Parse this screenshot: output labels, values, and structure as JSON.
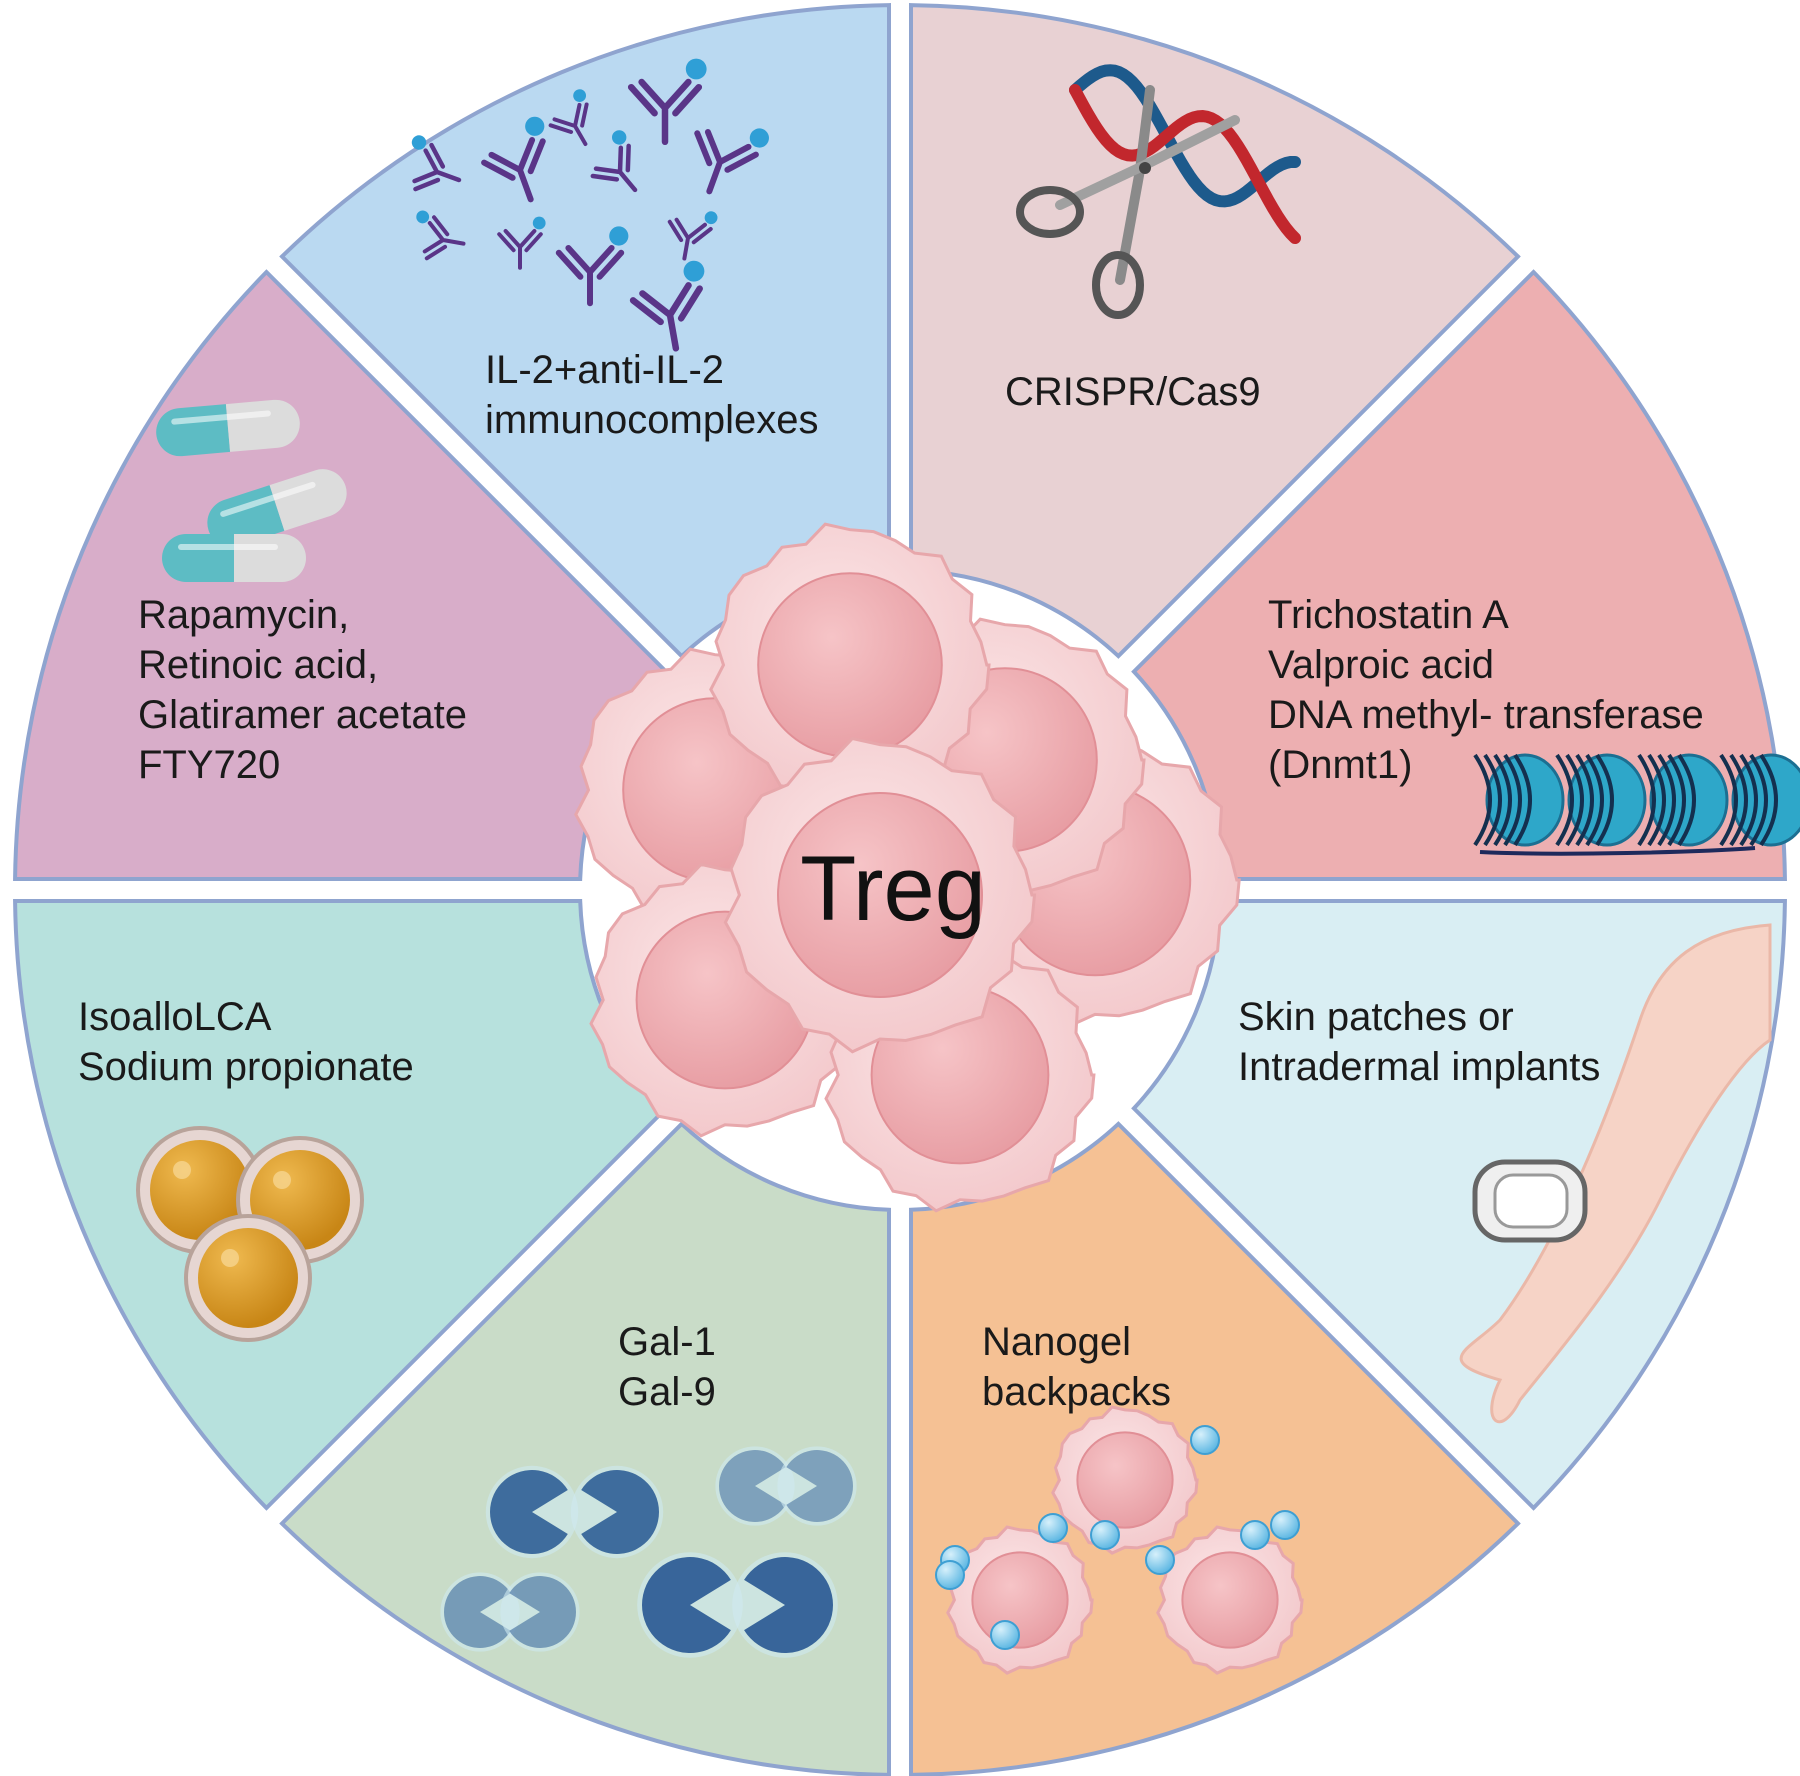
{
  "center": {
    "label": "Treg"
  },
  "segments": [
    {
      "id": "il2",
      "lines": [
        "IL-2+anti-IL-2",
        "immunocomplexes"
      ],
      "icon": "antibody-complex-icon",
      "fill": "#e8d1d3"
    },
    {
      "id": "crispr",
      "lines": [
        "CRISPR/Cas9"
      ],
      "icon": "dna-scissors-icon",
      "fill": "#edafb1"
    },
    {
      "id": "epigenetic",
      "lines": [
        "Trichostatin A",
        "Valproic acid",
        "DNA methyl- transferase",
        "(Dnmt1)"
      ],
      "icon": "nucleosome-icon",
      "fill": "#d9eef3"
    },
    {
      "id": "skin",
      "lines": [
        "Skin patches or",
        "Intradermal implants"
      ],
      "icon": "arm-patch-icon",
      "fill": "#f5c194"
    },
    {
      "id": "nanogel",
      "lines": [
        "Nanogel",
        "backpacks"
      ],
      "icon": "cell-backpack-icon",
      "fill": "#c9dcc8"
    },
    {
      "id": "galectin",
      "lines": [
        "Gal-1",
        "Gal-9"
      ],
      "icon": "galectin-icon",
      "fill": "#b7e1dd"
    },
    {
      "id": "metabolite",
      "lines": [
        "IsoalloLCA",
        "Sodium propionate"
      ],
      "icon": "metabolite-sphere-icon",
      "fill": "#d8adc9"
    },
    {
      "id": "drugs",
      "lines": [
        "Rapamycin,",
        "Retinoic acid,",
        "Glatiramer acetate",
        "FTY720"
      ],
      "icon": "capsule-icon",
      "fill": "#bad9f1"
    }
  ],
  "colors": {
    "segment_stroke": "#8fa4cf",
    "cell_fill": "#f6d7d8",
    "cell_nucleus": "#eeaeb2",
    "cell_stroke": "#e7a7ab",
    "antibody": "#5a3588",
    "antigen": "#2f9fd6",
    "dna_red": "#c2272d",
    "dna_blue": "#1d5a8c",
    "capsule_teal": "#5dbcc4",
    "capsule_grey": "#dcdcdc",
    "galectin": "#2f5e96",
    "metabolite": "#d79b2c",
    "nucleosome": "#2ea7c9",
    "bead": "#7cc7ec"
  }
}
